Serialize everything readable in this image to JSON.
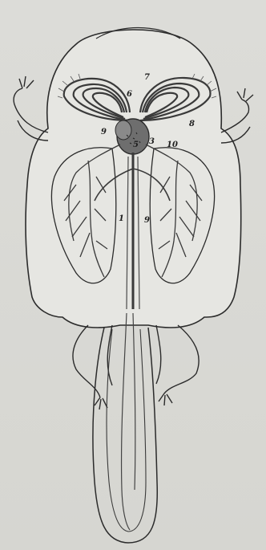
{
  "labels": {
    "n1": "1",
    "n3": "3",
    "n5": "5",
    "n6": "6",
    "n7": "7",
    "n8": "8",
    "n9a": "9",
    "n9b": "9",
    "n10": "10"
  },
  "colors": {
    "background": "#d9d9d4",
    "ink": "#2b2b2b",
    "body_fill": "#e6e6e2",
    "vessel_dark": "#3a3a3a",
    "heart_fill": "#6e6e6e"
  }
}
